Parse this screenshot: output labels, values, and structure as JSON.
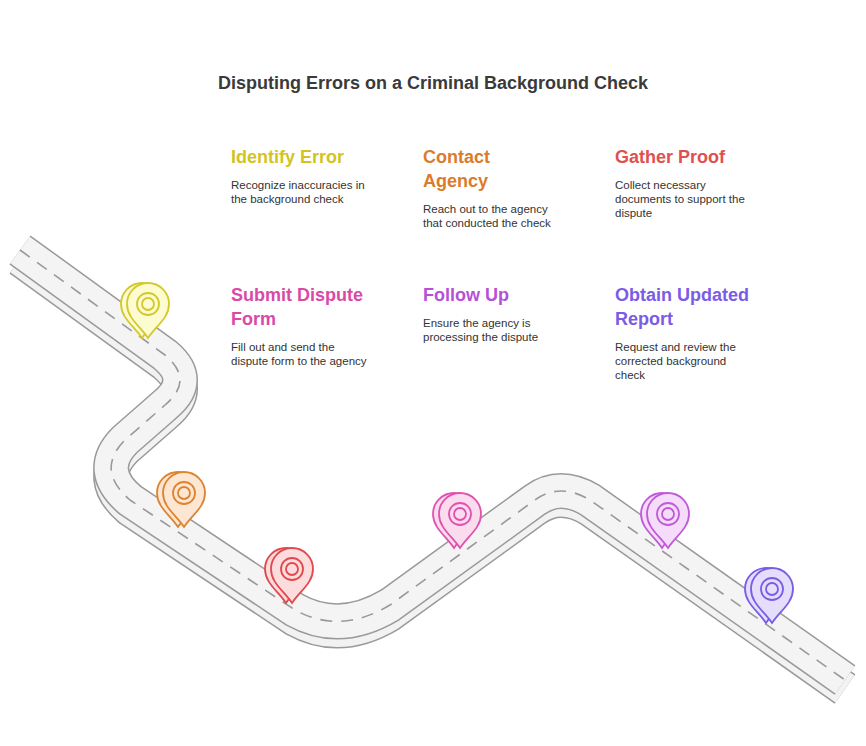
{
  "diagram": {
    "title": "Disputing Errors on a Criminal Background Check",
    "nodes": [
      {
        "text": [
          "Identify Error",
          "Recognize inaccuracies in the background check"
        ]
      },
      {
        "text": [
          "Contact Agency",
          "Reach out to the agency that conducted the check"
        ]
      },
      {
        "text": [
          "Gather Proof",
          "Collect necessary documents to support the dispute"
        ]
      },
      {
        "text": [
          "Submit Dispute Form",
          "Fill out and send the dispute form to the agency"
        ]
      },
      {
        "text": [
          "Follow Up",
          "Ensure the agency is processing the dispute"
        ]
      },
      {
        "text": [
          "Obtain Updated Report",
          "Request and review the corrected background check"
        ]
      }
    ]
  }
}
